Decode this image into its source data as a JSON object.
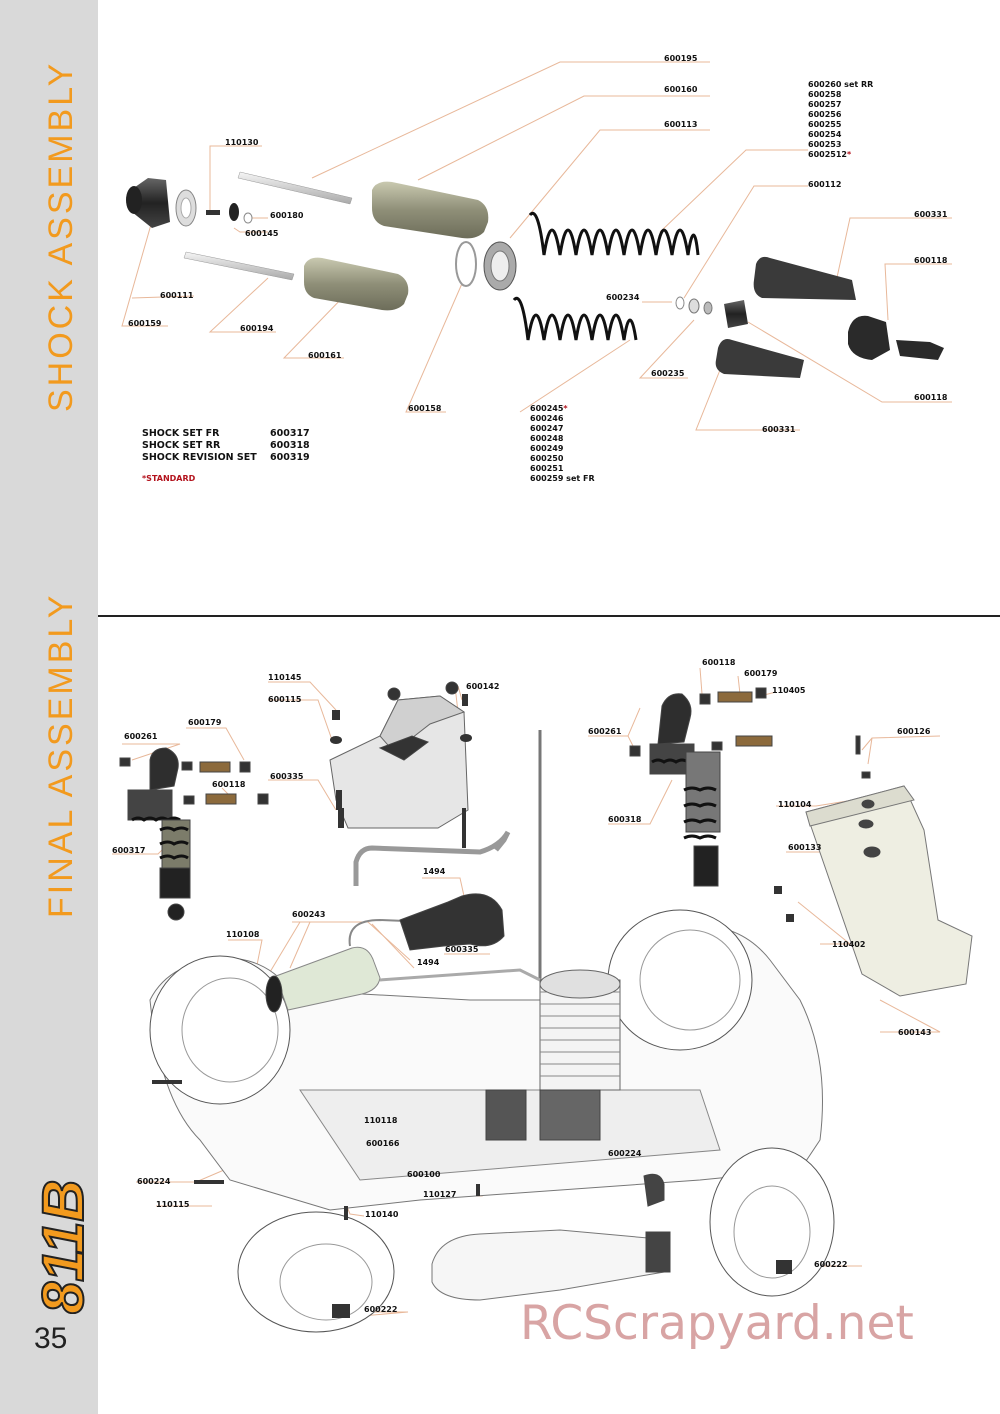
{
  "page": {
    "page_number": "35",
    "section_shock": "SHOCK ASSEMBLY",
    "section_final": "FINAL ASSEMBLY",
    "logo_text": "811B",
    "watermark": "RCScrapyard.net"
  },
  "shock": {
    "labels": {
      "p600195": "600195",
      "p600160": "600160",
      "p600113": "600113",
      "p110130": "110130",
      "p600180": "600180",
      "p600145": "600145",
      "p600112": "600112",
      "p600331a": "600331",
      "p600118a": "600118",
      "p600234": "600234",
      "p600111": "600111",
      "p600159": "600159",
      "p600194": "600194",
      "p600161": "600161",
      "p600235": "600235",
      "p600118b": "600118",
      "p600158": "600158",
      "p600331b": "600331"
    },
    "spring_rr": [
      "600260 set RR",
      "600258",
      "600257",
      "600256",
      "600255",
      "600254",
      "600253",
      "6002512"
    ],
    "spring_fr": [
      "600245",
      "600246",
      "600247",
      "600248",
      "600249",
      "600250",
      "600251",
      "600259 set FR"
    ],
    "star": "*",
    "sets": [
      {
        "name": "SHOCK SET FR",
        "code": "600317"
      },
      {
        "name": "SHOCK SET RR",
        "code": "600318"
      },
      {
        "name": "SHOCK REVISION SET",
        "code": "600319"
      }
    ],
    "standard_note": "*STANDARD"
  },
  "final": {
    "labels": {
      "p110145": "110145",
      "p600142": "600142",
      "p600115": "600115",
      "p600118t": "600118",
      "p600179r": "600179",
      "p110405": "110405",
      "p600261l": "600261",
      "p600179l": "600179",
      "p600261r": "600261",
      "p600126": "600126",
      "p600118l": "600118",
      "p600335a": "600335",
      "p600318": "600318",
      "p110104": "110104",
      "p600317": "600317",
      "p600133": "600133",
      "p1494a": "1494",
      "p110108": "110108",
      "p600243": "600243",
      "p600335b": "600335",
      "p1494b": "1494",
      "p110402": "110402",
      "p600143": "600143",
      "p110118": "110118",
      "p600166": "600166",
      "p600224a": "600224",
      "p600224b": "600224",
      "p600100": "600100",
      "p110115": "110115",
      "p110127": "110127",
      "p110140": "110140",
      "p600222a": "600222",
      "p600222b": "600222"
    }
  },
  "colors": {
    "accent": "#f29a1e",
    "sidebar": "#d9d9d9",
    "leader": "#e8b89a",
    "star": "#b3121c",
    "watermark": "#d8a4a4"
  }
}
